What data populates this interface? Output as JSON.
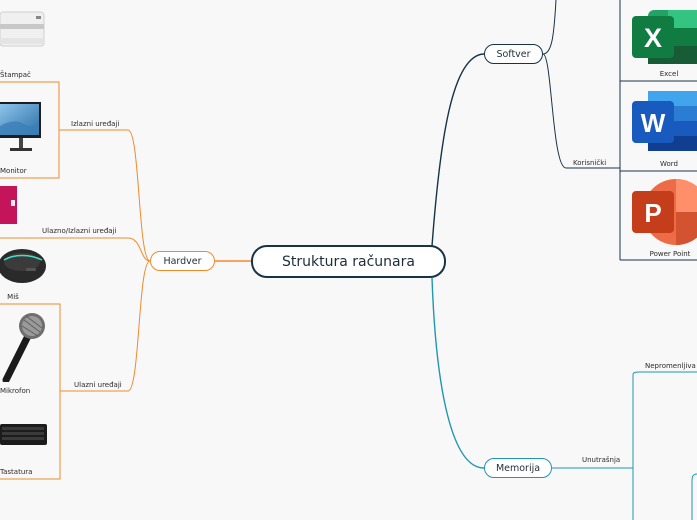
{
  "central": {
    "title": "Struktura računara"
  },
  "softver": {
    "label": "Softver",
    "subtopic": "Korisnički",
    "apps": [
      {
        "name": "Excel",
        "letter": "X",
        "color": "#107c41"
      },
      {
        "name": "Word",
        "letter": "W",
        "color": "#185abd"
      },
      {
        "name": "Power Point",
        "letter": "P",
        "color": "#c43e1c"
      }
    ]
  },
  "hardver": {
    "label": "Hardver",
    "groups": [
      {
        "label": "Izlazni uređaji",
        "items": [
          "Štampač",
          "Monitor"
        ]
      },
      {
        "label": "Ulazno/Izlazni uređaji",
        "items": [
          "Miš"
        ]
      },
      {
        "label": "Ulazni uređaji",
        "items": [
          "Mikrofon",
          "Tastatura"
        ]
      }
    ]
  },
  "memorija": {
    "label": "Memorija",
    "subtopic": "Unutrašnja",
    "child": "Nepromenljiva"
  },
  "colors": {
    "softver": "#163347",
    "hardver": "#ef8a2c",
    "memorija": "#1f97b0"
  }
}
